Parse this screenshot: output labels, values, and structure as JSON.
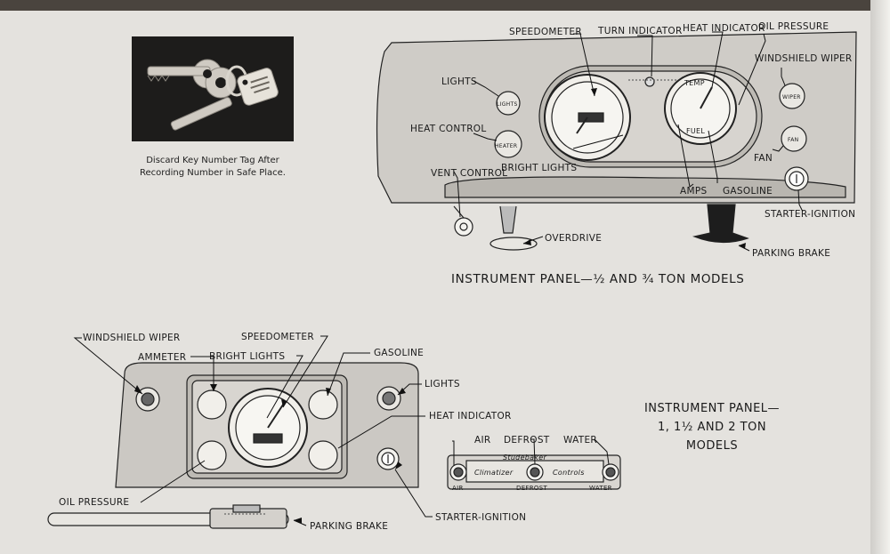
{
  "keys": {
    "caption_line1": "Discard Key Number Tag After",
    "caption_line2": "Recording Number in Safe Place."
  },
  "panel_top": {
    "title": "INSTRUMENT PANEL—½ AND ¾ TON MODELS",
    "labels": {
      "speedometer": "SPEEDOMETER",
      "turn_indicator": "TURN INDICATOR",
      "heat_indicator": "HEAT INDICATOR",
      "oil_pressure": "OIL PRESSURE",
      "windshield_wiper": "WINDSHIELD WIPER",
      "lights": "LIGHTS",
      "heat_control": "HEAT CONTROL",
      "fan": "FAN",
      "bright_lights": "BRIGHT LIGHTS",
      "vent_control": "VENT CONTROL",
      "amps": "AMPS",
      "gasoline": "GASOLINE",
      "starter_ignition": "STARTER-IGNITION",
      "overdrive": "OVERDRIVE",
      "parking_brake": "PARKING BRAKE"
    },
    "gauge_text": {
      "temp": "TEMP",
      "fuel": "FUEL",
      "knob_lights": "LIGHTS",
      "knob_heater": "HEATER",
      "knob_wiper": "WIPER",
      "knob_fan": "FAN"
    }
  },
  "panel_bottom": {
    "title_line1": "INSTRUMENT PANEL—",
    "title_line2": "1, 1½ AND 2 TON",
    "title_line3": "MODELS",
    "labels": {
      "windshield_wiper": "WINDSHIELD WIPER",
      "speedometer": "SPEEDOMETER",
      "ammeter": "AMMETER",
      "bright_lights": "BRIGHT LIGHTS",
      "gasoline": "GASOLINE",
      "lights": "LIGHTS",
      "heat_indicator": "HEAT INDICATOR",
      "air": "AIR",
      "defrost": "DEFROST",
      "water": "WATER",
      "oil_pressure": "OIL PRESSURE",
      "starter_ignition": "STARTER-IGNITION",
      "parking_brake": "PARKING BRAKE"
    },
    "heater_panel": {
      "brand": "Studebaker",
      "left": "Climatizer",
      "right": "Controls",
      "air": "AIR",
      "defrost": "DEFROST",
      "water": "WATER"
    }
  }
}
